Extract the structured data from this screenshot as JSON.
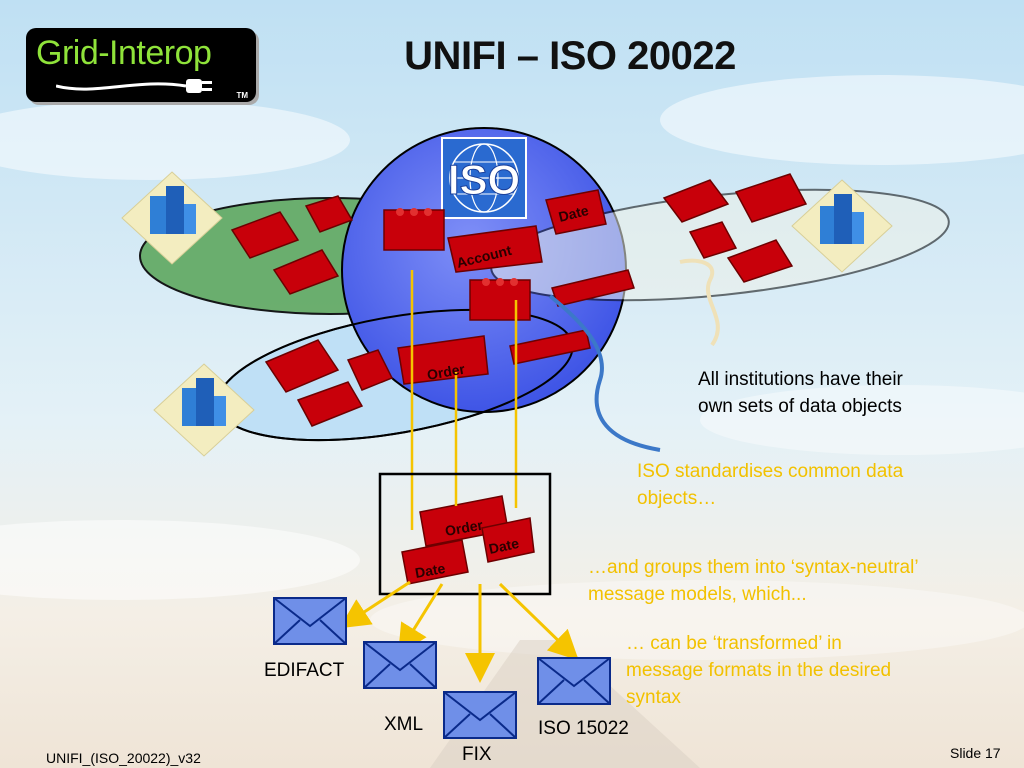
{
  "slide": {
    "title": "UNIFI – ISO 20022",
    "logo_text": "Grid-Interop",
    "logo_tm": "TM",
    "iso_label": "ISO",
    "footer_left": "UNIFI_(ISO_20022)_v32",
    "footer_right": "Slide 17"
  },
  "diagram": {
    "brick_labels": {
      "date_top": "Date",
      "account": "Account",
      "order": "Order",
      "stack_order": "Order",
      "stack_date_right": "Date",
      "stack_date_left": "Date"
    },
    "formats": [
      "EDIFACT",
      "XML",
      "FIX",
      "ISO 15022"
    ]
  },
  "callouts": {
    "institutions": "All institutions have their own sets of data objects",
    "standardise": "ISO standardises common data objects…",
    "groups": "…and groups them into ‘syntax-neutral’ message models, which...",
    "transformed": "… can be ‘transformed’ in message formats in the desired syntax"
  },
  "colors": {
    "brick": "#c8000a",
    "iso_circle": "#5a6ef0",
    "callout_gold": "#f2c100",
    "envelope": "#6f8fe8"
  }
}
